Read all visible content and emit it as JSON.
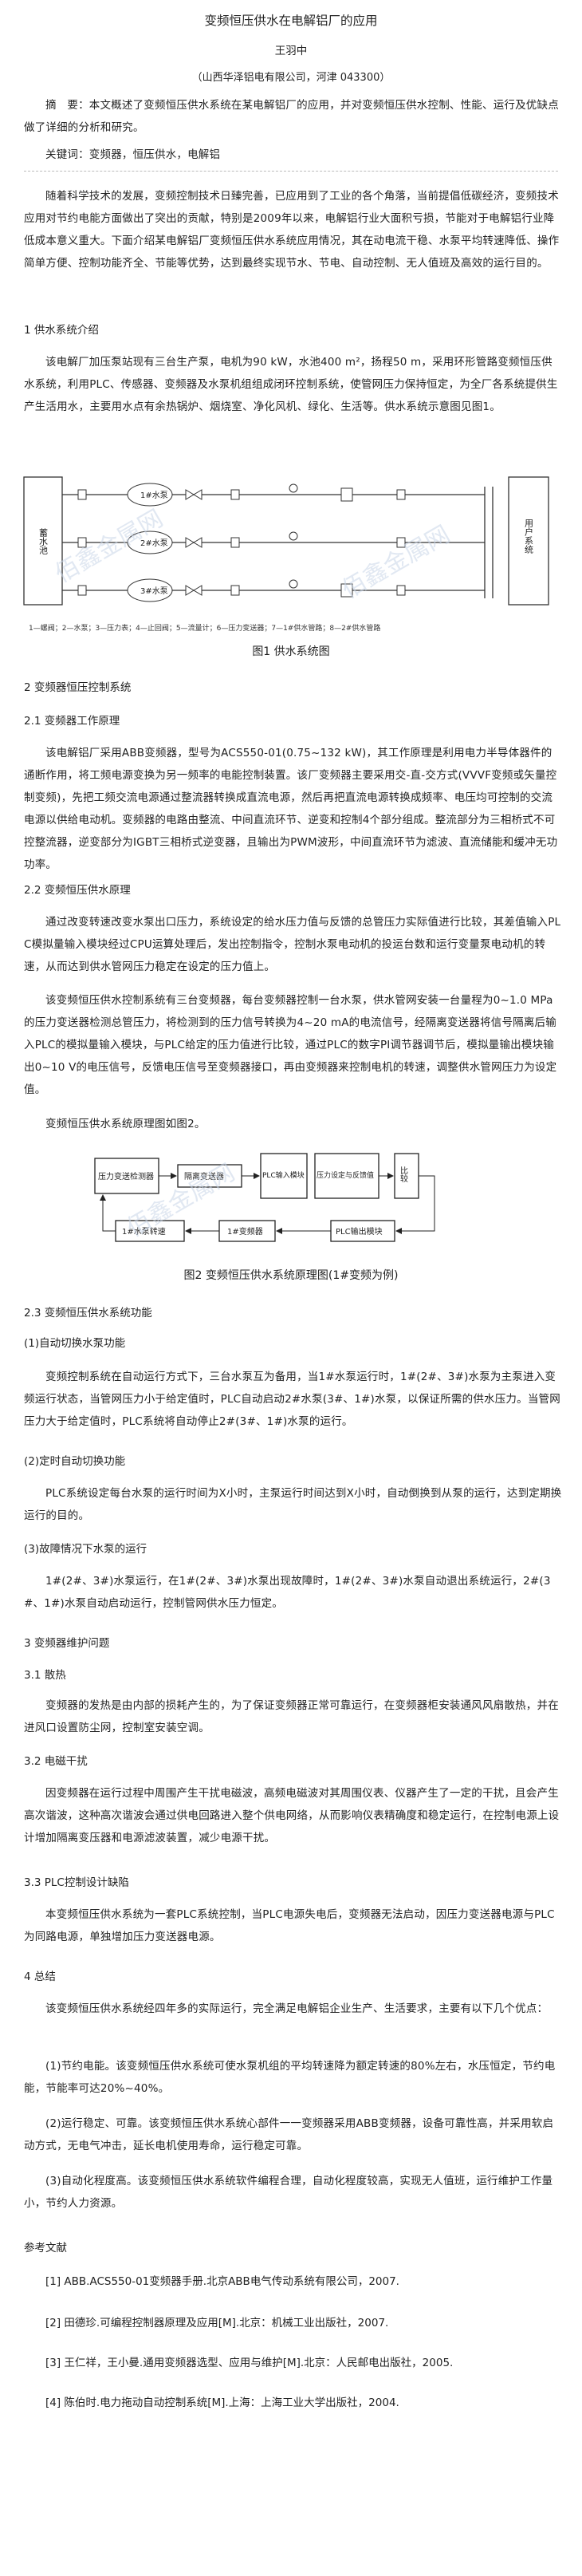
{
  "title": "变频恒压供水在电解铝厂的应用",
  "author": "王羽中",
  "affiliation": "（山西华泽铝电有限公司，河津 043300）",
  "abstract": "摘　要：本文概述了变频恒压供水系统在某电解铝厂的应用，并对变频恒压供水控制、性能、运行及优缺点做了详细的分析和研究。",
  "keywords": "关键词：变频器，恒压供水，电解铝",
  "intro": "随着科学技术的发展，变频控制技术日臻完善，已应用到了工业的各个角落，当前提倡低碳经济，变频技术应用对节约电能方面做出了突出的贡献，特别是2009年以来，电解铝行业大面积亏损，节能对于电解铝行业降低成本意义重大。下面介绍某电解铝厂变频恒压供水系统应用情况，其在动电流干稳、水泵平均转速降低、操作简单方便、控制功能齐全、节能等优势，达到最终实现节水、节电、自动控制、无人值班及高效的运行目的。",
  "s1": "1 供水系统介绍",
  "s1_text": "该电解厂加压泵站现有三台生产泵，电机为90 kW，水池400 m²，扬程50 m，采用环形管路变频恒压供水系统，利用PLC、传感器、变频器及水泵机组组成闭环控制系统，使管网压力保持恒定，为全厂各系统提供生产生活用水，主要用水点有余热锅炉、烟烧室、净化风机、绿化、生活等。供水系统示意图见图1。",
  "fig1": {
    "pool": "蓄水池",
    "pump1": "1#水泵",
    "pump2": "2#水泵",
    "pump3": "3#水泵",
    "users": "用户系统",
    "legend": "1—螺阀；2—水泵；3—压力表；4—止回阀；5—流量计；6—压力变送器；7—1#供水管路；8—2#供水管路",
    "caption": "图1 供水系统图"
  },
  "s2": "2 变频器恒压控制系统",
  "s21": "2.1 变频器工作原理",
  "s21_text": "该电解铝厂采用ABB变频器，型号为ACS550-01(0.75~132 kW)，其工作原理是利用电力半导体器件的通断作用，将工频电源变换为另一频率的电能控制装置。该厂变频器主要采用交-直-交方式(VVVF变频或矢量控制变频)，先把工频交流电源通过整流器转换成直流电源，然后再把直流电源转换成频率、电压均可控制的交流电源以供给电动机。变频器的电路由整流、中间直流环节、逆变和控制4个部分组成。整流部分为三相桥式不可控整流器，逆变部分为IGBT三相桥式逆变器，且输出为PWM波形，中间直流环节为滤波、直流储能和缓冲无功功率。",
  "s22": "2.2 变频恒压供水原理",
  "s22_text1": "通过改变转速改变水泵出口压力，系统设定的给水压力值与反馈的总管压力实际值进行比较，其差值输入PLC模拟量输入模块经过CPU运算处理后，发出控制指令，控制水泵电动机的投运台数和运行变量泵电动机的转速，从而达到供水管网压力稳定在设定的压力值上。",
  "s22_text2": "该变频恒压供水控制系统有三台变频器，每台变频器控制一台水泵，供水管网安装一台量程为0~1.0 MPa的压力变送器检测总管压力，将检测到的压力信号转换为4~20 mA的电流信号，经隔离变送器将信号隔离后输入PLC的模拟量输入模块，与PLC给定的压力值进行比较，通过PLC的数字PI调节器调节后，模拟量输出模块输出0~10 V的电压信号，反馈电压信号至变频器接口，再由变频器来控制电机的转速，调整供水管网压力为设定值。",
  "s22_text3": "变频恒压供水系统原理图如图2。",
  "fig2": {
    "b1": "压力变送检测器",
    "b2": "隔离变送器",
    "b3": "PLC输入模块",
    "b4": "压力设定与反馈值",
    "b5": "比较",
    "b6": "1#水泵转速",
    "b7": "1#变频器",
    "b8": "PLC输出模块",
    "caption": "图2 变频恒压供水系统原理图(1#变频为例)"
  },
  "s23": "2.3 变频恒压供水系统功能",
  "s23_1": "(1)自动切换水泵功能",
  "s23_1_text": "变频控制系统在自动运行方式下，三台水泵互为备用，当1#水泵运行时，1#(2#、3#)水泵为主泵进入变频运行状态，当管网压力小于给定值时，PLC自动启动2#水泵(3#、1#)水泵，以保证所需的供水压力。当管网压力大于给定值时，PLC系统将自动停止2#(3#、1#)水泵的运行。",
  "s23_2": "(2)定时自动切换功能",
  "s23_2_text": "PLC系统设定每台水泵的运行时间为X小时，主泵运行时间达到X小时，自动倒换到从泵的运行，达到定期换运行的目的。",
  "s23_3": "(3)故障情况下水泵的运行",
  "s23_3_text": "1#(2#、3#)水泵运行，在1#(2#、3#)水泵出现故障时，1#(2#、3#)水泵自动退出系统运行，2#(3#、1#)水泵自动启动运行，控制管网供水压力恒定。",
  "s3": "3 变频器维护问题",
  "s31": "3.1 散热",
  "s31_text": "变频器的发热是由内部的损耗产生的，为了保证变频器正常可靠运行，在变频器柜安装通风风扇散热，并在进风口设置防尘网，控制室安装空调。",
  "s32": "3.2 电磁干扰",
  "s32_text": "因变频器在运行过程中周围产生干扰电磁波，高频电磁波对其周围仪表、仪器产生了一定的干扰，且会产生高次谐波，这种高次谐波会通过供电回路进入整个供电网络，从而影响仪表精确度和稳定运行，在控制电源上设计增加隔离变压器和电源滤波装置，减少电源干扰。",
  "s33": "3.3 PLC控制设计缺陷",
  "s33_text": "本变频恒压供水系统为一套PLC系统控制，当PLC电源失电后，变频器无法启动，因压力变送器电源与PLC为同路电源，单独增加压力变送器电源。",
  "s4": "4 总结",
  "s4_text": "该变频恒压供水系统经四年多的实际运行，完全满足电解铝企业生产、生活要求，主要有以下几个优点：",
  "s4_1": "(1)节约电能。该变频恒压供水系统可使水泵机组的平均转速降为额定转速的80%左右，水压恒定，节约电能，节能率可达20%~40%。",
  "s4_2": "(2)运行稳定、可靠。该变频恒压供水系统心部件一一变频器采用ABB变频器，设备可靠性高，并采用软启动方式，无电气冲击，延长电机使用寿命，运行稳定可靠。",
  "s4_3": "(3)自动化程度高。该变频恒压供水系统软件编程合理，自动化程度较高，实现无人值班，运行维护工作量小，节约人力资源。",
  "refs_title": "参考文献",
  "refs": [
    "[1] ABB.ACS550-01变频器手册.北京ABB电气传动系统有限公司，2007.",
    "[2] 田德珍.可编程控制器原理及应用[M].北京：机械工业出版社，2007.",
    "[3] 王仁祥，王小曼.通用变频器选型、应用与维护[M].北京：人民邮电出版社，2005.",
    "[4] 陈伯时.电力拖动自动控制系统[M].上海：上海工业大学出版社，2004."
  ],
  "watermark": "佰鑫金属网"
}
